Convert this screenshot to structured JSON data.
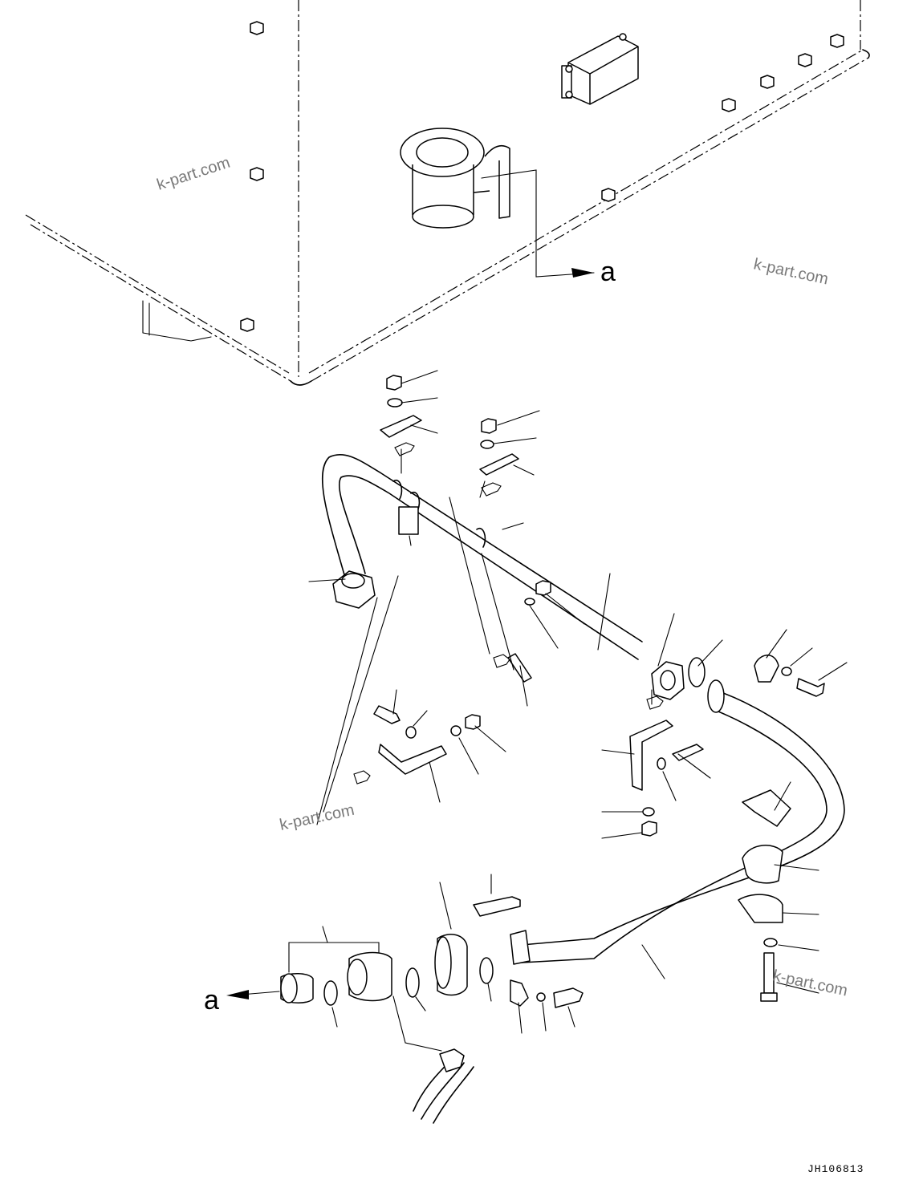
{
  "watermarks": [
    "k-part.com",
    "k-part.com",
    "k-part.com",
    "k-part.com"
  ],
  "reference_labels": {
    "top": "a",
    "bottom": "a"
  },
  "drawing_code": "JH106813"
}
